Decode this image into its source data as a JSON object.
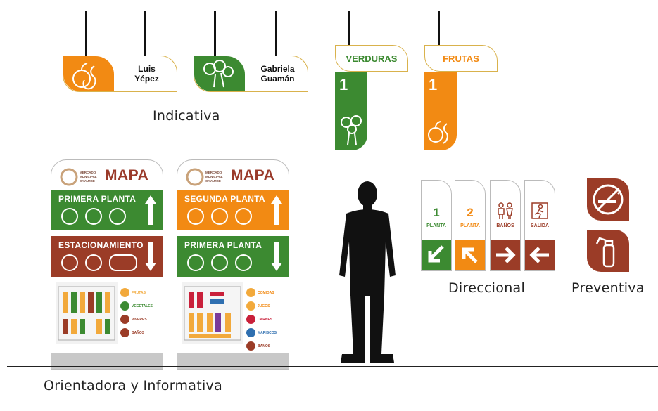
{
  "colors": {
    "orange": "#f28a13",
    "green": "#3c8a31",
    "brown": "#9b3c27",
    "gold": "#d9b24c"
  },
  "hanging": {
    "sign1": "Luis\nYépez",
    "sign2": "Gabriela\nGuamán"
  },
  "category": {
    "verduras": {
      "title": "VERDURAS",
      "number": "1"
    },
    "frutas": {
      "title": "FRUTAS",
      "number": "1"
    }
  },
  "captions": {
    "indicativa": "Indicativa",
    "direccional": "Direccional",
    "preventiva": "Preventiva",
    "orientadora": "Orientadora y Informativa"
  },
  "totem1": {
    "logo": "MERCADO\nMUNICIPAL\nCAYAMBE",
    "title": "MAPA",
    "band1": "PRIMERA PLANTA",
    "band2": "ESTACIONAMIENTO",
    "legend": [
      "FRUTAS",
      "VEGETALES",
      "VIVERES",
      "BAÑOS"
    ]
  },
  "totem2": {
    "logo": "MERCADO\nMUNICIPAL\nCAYAMBE",
    "title": "MAPA",
    "band1": "SEGUNDA PLANTA",
    "band2": "PRIMERA PLANTA",
    "legend": [
      "COMIDAS",
      "JUGOS",
      "CARNES",
      "MARISCOS",
      "BAÑOS"
    ]
  },
  "directional": [
    {
      "num": "1",
      "label": "PLANTA"
    },
    {
      "num": "2",
      "label": "PLANTA"
    },
    {
      "num": "",
      "label": "BAÑOS"
    },
    {
      "num": "",
      "label": "SALIDA"
    }
  ],
  "preventive": [
    "no-smoking-icon",
    "fire-extinguisher-icon"
  ]
}
